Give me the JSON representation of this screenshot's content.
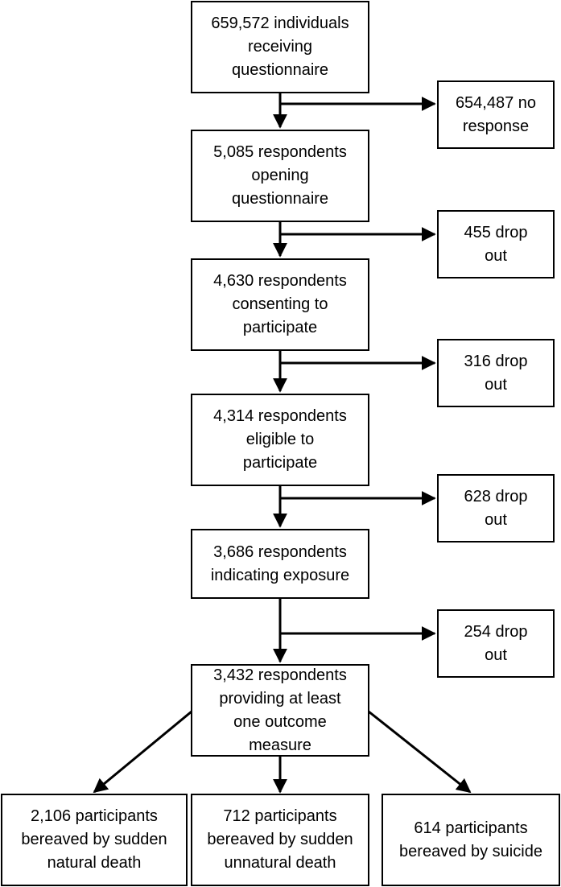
{
  "flowchart": {
    "main_steps": [
      {
        "text": "659,572 individuals\nreceiving\nquestionnaire"
      },
      {
        "text": "5,085 respondents\nopening\nquestionnaire"
      },
      {
        "text": "4,630 respondents\nconsenting to\nparticipate"
      },
      {
        "text": "4,314 respondents\neligible to\nparticipate"
      },
      {
        "text": "3,686 respondents\nindicating exposure"
      },
      {
        "text": "3,432 respondents\nproviding at least\none outcome\nmeasure"
      }
    ],
    "exclusions": [
      {
        "text": "654,487 no\nresponse"
      },
      {
        "text": "455 drop\nout"
      },
      {
        "text": "316 drop\nout"
      },
      {
        "text": "628 drop\nout"
      },
      {
        "text": "254 drop\nout"
      }
    ],
    "groups": [
      {
        "text": "2,106 participants\nbereaved by sudden\nnatural death"
      },
      {
        "text": "712 participants\nbereaved by sudden\nunnatural death"
      },
      {
        "text": "614 participants\nbereaved by suicide"
      }
    ]
  }
}
